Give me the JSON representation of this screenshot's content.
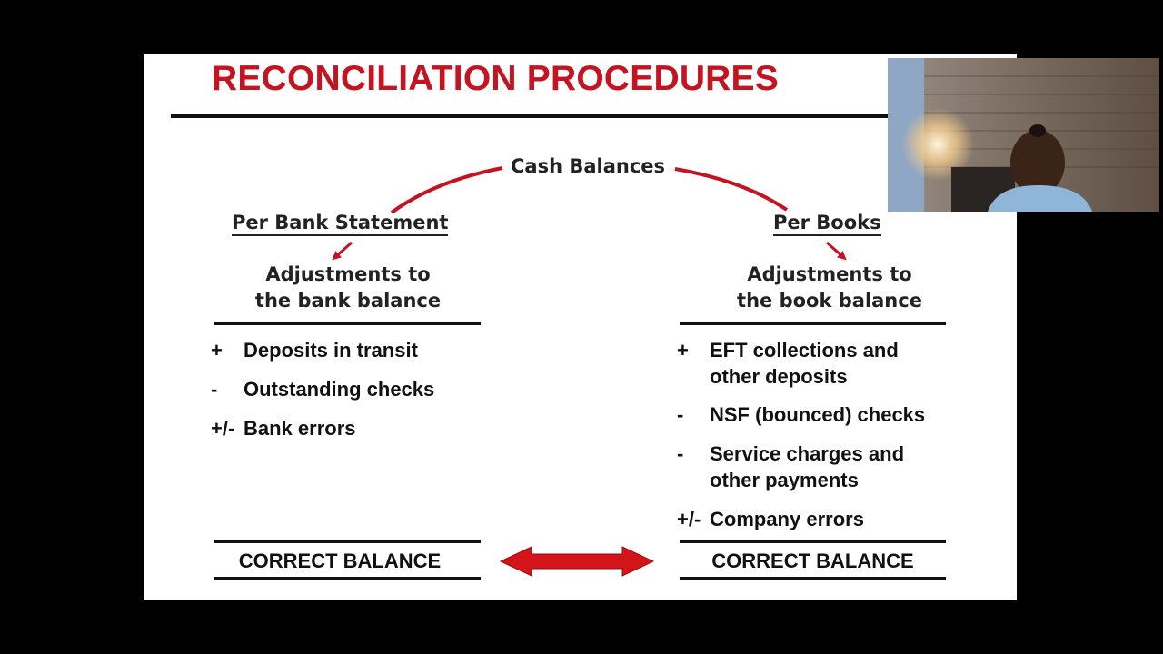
{
  "slide": {
    "title": "RECONCILIATION PROCEDURES",
    "cash_balances": "Cash Balances",
    "left": {
      "heading": "Per Bank Statement",
      "adjustments_line1": "Adjustments to",
      "adjustments_line2": "the bank balance",
      "items": [
        {
          "sign": "+",
          "text": "Deposits in transit"
        },
        {
          "sign": "-",
          "text": "Outstanding checks"
        },
        {
          "sign": "+/-",
          "text": "Bank errors"
        }
      ],
      "correct_balance": "CORRECT BALANCE"
    },
    "right": {
      "heading": "Per Books",
      "adjustments_line1": "Adjustments to",
      "adjustments_line2": "the book balance",
      "items": [
        {
          "sign": "+",
          "line1": "EFT collections and",
          "line2": "other deposits"
        },
        {
          "sign": "-",
          "line1": "NSF (bounced) checks"
        },
        {
          "sign": "-",
          "line1": "Service charges and",
          "line2": "other payments"
        },
        {
          "sign": "+/-",
          "line1": "Company errors"
        }
      ],
      "correct_balance": "CORRECT BALANCE"
    }
  },
  "colors": {
    "accent_red": "#c41422",
    "background": "#000000",
    "slide_background": "#ffffff"
  },
  "icons": {
    "double_arrow": "double-headed-arrow",
    "curve_arrows": "curved-connector"
  }
}
